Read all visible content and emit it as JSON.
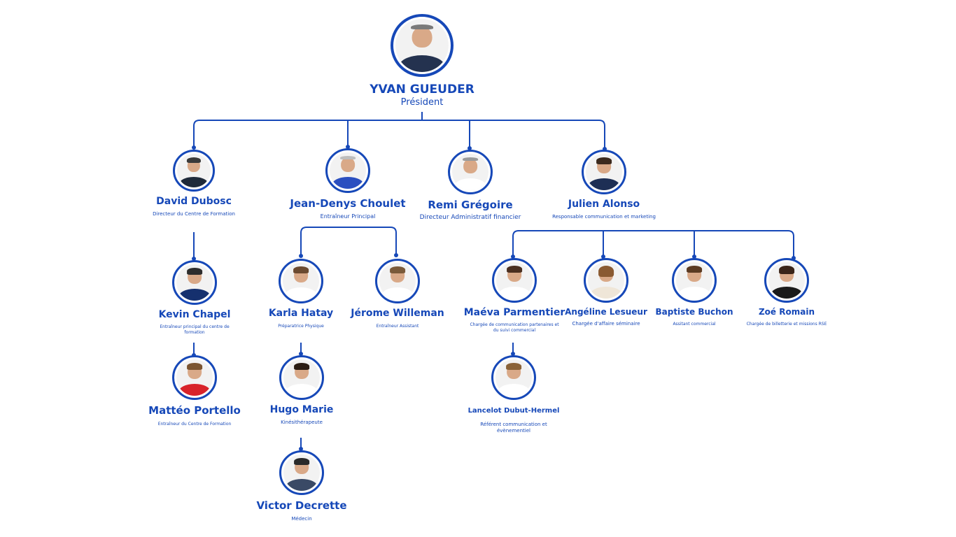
{
  "colors": {
    "accent": "#1648b8",
    "background": "#ffffff"
  },
  "president": {
    "name": "YVAN GUEUDER",
    "role": "Président"
  },
  "staff": {
    "david": {
      "name": "David Dubosc",
      "role": "Directeur du Centre de Formation"
    },
    "jean_denys": {
      "name": "Jean-Denys Choulet",
      "role": "Entraîneur Principal"
    },
    "remi": {
      "name": "Remi Grégoire",
      "role": "Directeur Administratif  financier"
    },
    "julien": {
      "name": "Julien Alonso",
      "role": "Responsable communication et marketing"
    },
    "kevin": {
      "name": "Kevin Chapel",
      "role": "Entraîneur principal du centre de formation"
    },
    "karla": {
      "name": "Karla Hatay",
      "role": "Préparatrice Physique"
    },
    "jerome": {
      "name": "Jérome Willeman",
      "role": "Entraîneur Assistant"
    },
    "maeva": {
      "name": "Maéva Parmentier",
      "role": "Chargée de communication partenaires et du suivi commercial"
    },
    "angeline": {
      "name": "Angéline Lesueur",
      "role": "Chargée d'affaire séminaire"
    },
    "baptiste": {
      "name": "Baptiste Buchon",
      "role": "Assitant commercial"
    },
    "zoe": {
      "name": "Zoé Romain",
      "role": "Chargée de billetterie et missions RSE"
    },
    "matteo": {
      "name": "Mattéo Portello",
      "role": "Entraîneur du Centre de Formation"
    },
    "hugo": {
      "name": "Hugo Marie",
      "role": "Kinésithérapeute"
    },
    "lancelot": {
      "name": "Lancelot Dubut-Hermel",
      "role": "Référent communication et évènementiel"
    },
    "victor": {
      "name": "Victor Decrette",
      "role": "Médecin"
    }
  }
}
